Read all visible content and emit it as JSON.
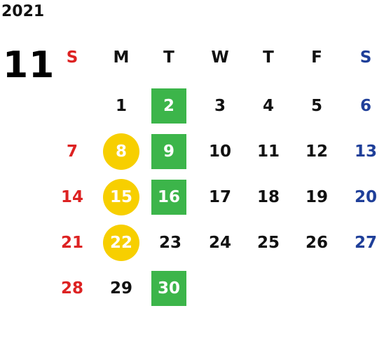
{
  "year": "2021",
  "month": "11",
  "weekdays": [
    "S",
    "M",
    "T",
    "W",
    "T",
    "F",
    "S"
  ],
  "colors": {
    "sunday": "#dd2222",
    "saturday": "#1f3f99",
    "highlight_box": "#3cb54a",
    "highlight_circle": "#f7cf00"
  },
  "weeks": [
    [
      "",
      "1",
      "2",
      "3",
      "4",
      "5",
      "6"
    ],
    [
      "7",
      "8",
      "9",
      "10",
      "11",
      "12",
      "13"
    ],
    [
      "14",
      "15",
      "16",
      "17",
      "18",
      "19",
      "20"
    ],
    [
      "21",
      "22",
      "23",
      "24",
      "25",
      "26",
      "27"
    ],
    [
      "28",
      "29",
      "30",
      "",
      "",
      "",
      ""
    ]
  ],
  "highlights": {
    "green_box_days": [
      "2",
      "9",
      "16",
      "30"
    ],
    "yellow_circle_days": [
      "8",
      "15",
      "22"
    ]
  }
}
